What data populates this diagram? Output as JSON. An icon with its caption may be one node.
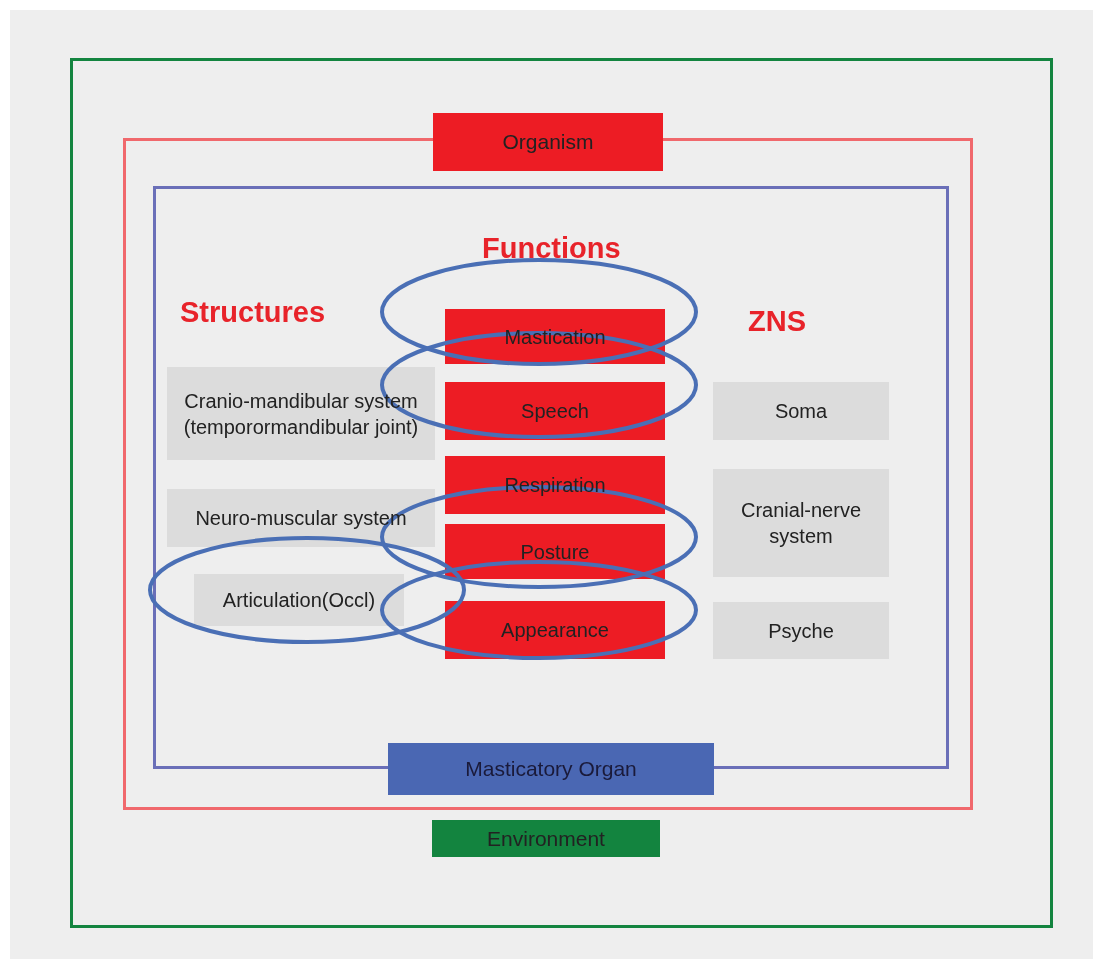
{
  "diagram": {
    "nodes": [
      {
        "text": [
          "Environment"
        ]
      },
      {
        "text": [
          "Organism"
        ],
        "in": 0
      },
      {
        "text": [
          "Masticatory Organ"
        ],
        "in": 1
      },
      {
        "text": [
          "Cranio-mandibular system (temporormandibular joint)"
        ],
        "in": 2
      },
      {
        "text": [
          "Neuro-muscular system"
        ],
        "in": 2
      },
      {
        "text": [
          "Articulation(Occl)"
        ],
        "in": 2
      },
      {
        "text": [
          "Mastication"
        ],
        "in": 2
      },
      {
        "text": [
          "Speech"
        ],
        "in": 2
      },
      {
        "text": [
          "Respiration"
        ],
        "in": 2
      },
      {
        "text": [
          "Posture"
        ],
        "in": 2
      },
      {
        "text": [
          "Appearance"
        ],
        "in": 2
      },
      {
        "text": [
          "Soma"
        ],
        "in": 2
      },
      {
        "text": [
          "Cranial-nerve system"
        ],
        "in": 2
      },
      {
        "text": [
          "Psyche"
        ],
        "in": 2
      }
    ],
    "labels": [
      "Functions",
      "Structures",
      "ZNS"
    ]
  }
}
